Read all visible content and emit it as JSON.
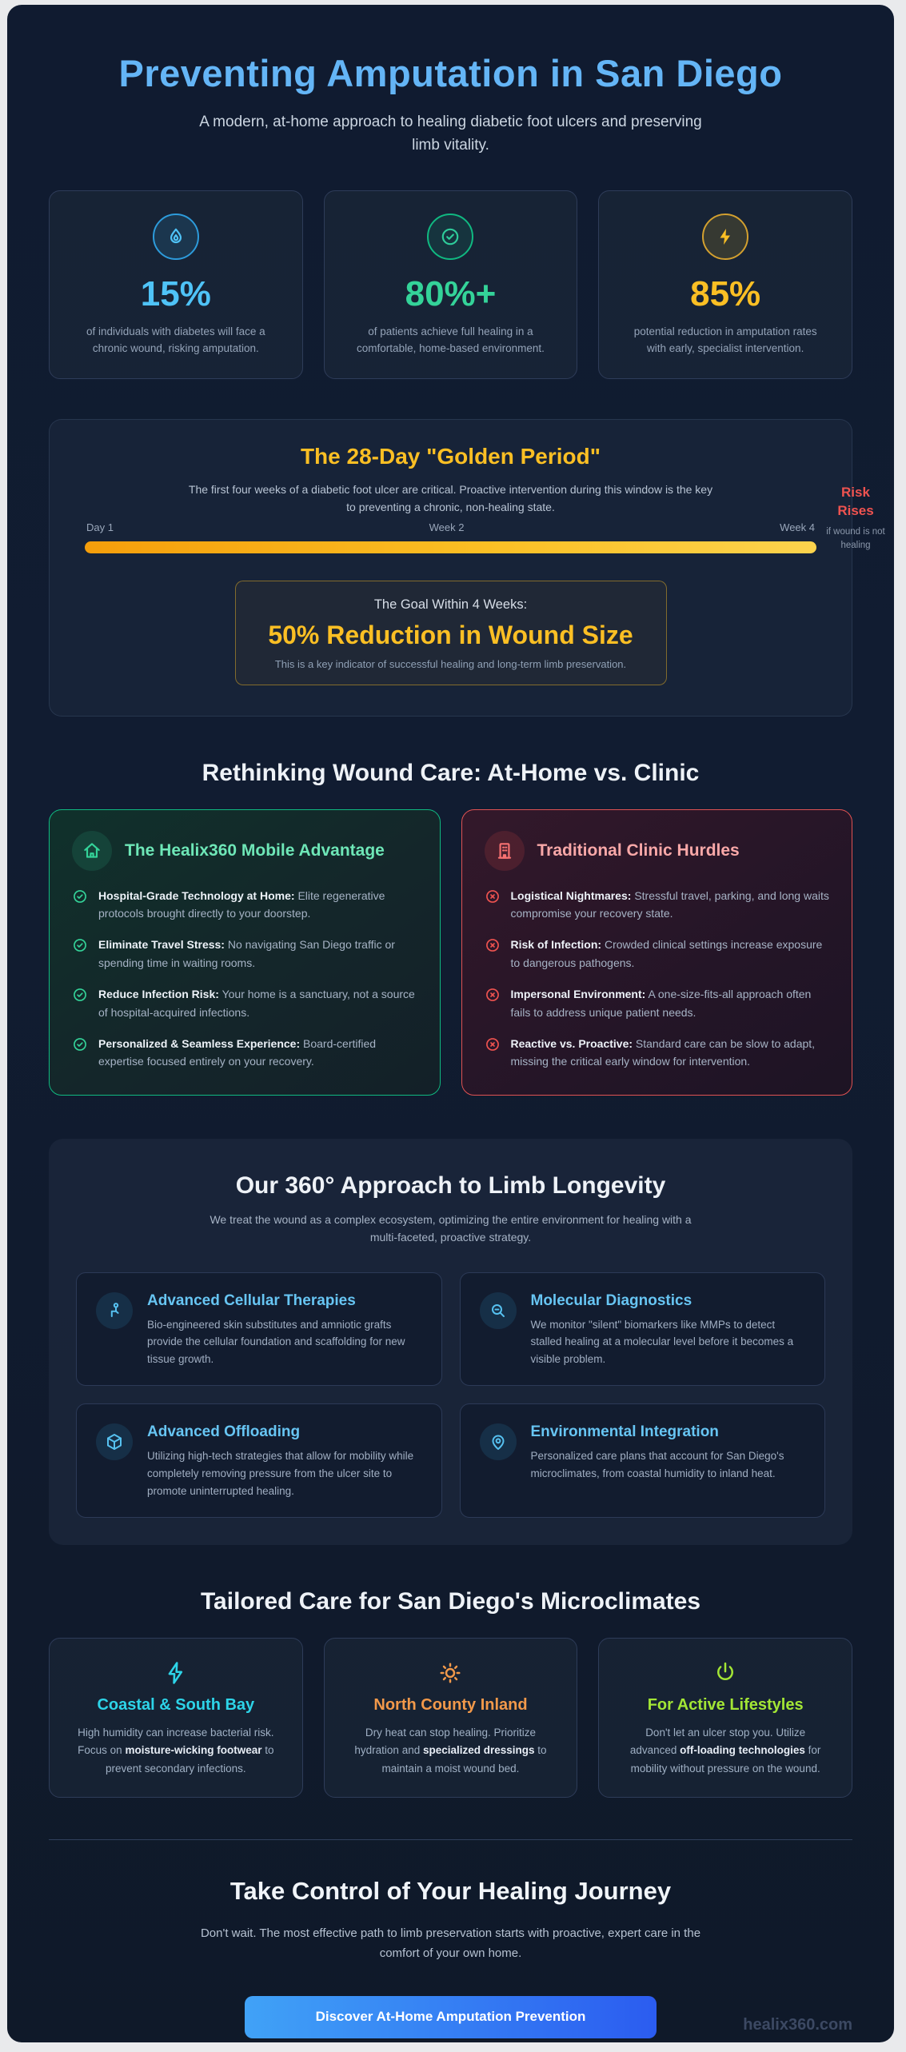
{
  "page": {
    "title": "Preventing Amputation in San Diego",
    "subtitle": "A modern, at-home approach to healing diabetic foot ulcers and preserving limb vitality.",
    "domain": "healix360.com"
  },
  "colors": {
    "title_blue": "#64b5f6",
    "stat_blue": "#4fc3f7",
    "stat_green": "#34d399",
    "stat_amber": "#fbbf24",
    "risk_red": "#ef5350",
    "advantage_green": "#10b981",
    "hurdle_red": "#e05252",
    "feature_blue": "#67c5f3",
    "coastal_cyan": "#2dd4e8",
    "inland_orange": "#f2994a",
    "active_lime": "#a3e635",
    "cta_gradient_start": "#40a2f7",
    "cta_gradient_end": "#2b5cf0"
  },
  "stats": {
    "cards": [
      {
        "icon": "droplet-flame-icon",
        "value": "15%",
        "caption": "of individuals with diabetes will face a chronic wound, risking amputation."
      },
      {
        "icon": "check-circle-icon",
        "value": "80%+",
        "caption": "of patients achieve full healing in a comfortable, home-based environment."
      },
      {
        "icon": "lightning-icon",
        "value": "85%",
        "caption": "potential reduction in amputation rates with early, specialist intervention."
      }
    ]
  },
  "golden_period": {
    "title": "The 28-Day \"Golden Period\"",
    "description": "The first four weeks of a diabetic foot ulcer are critical. Proactive intervention during this window is the key to preventing a chronic, non-healing state.",
    "timeline": {
      "start": "Day 1",
      "middle": "Week 2",
      "end": "Week 4"
    },
    "risk_label": "Risk Rises",
    "risk_note": "if wound is not healing",
    "goal": {
      "intro": "The Goal Within 4 Weeks:",
      "headline": "50% Reduction in Wound Size",
      "note": "This is a key indicator of successful healing and long-term limb preservation."
    }
  },
  "comparison": {
    "heading": "Rethinking Wound Care: At-Home vs. Clinic",
    "advantage": {
      "title": "The Healix360 Mobile Advantage",
      "items": [
        {
          "title": "Hospital-Grade Technology at Home:",
          "text": "Elite regenerative protocols brought directly to your doorstep."
        },
        {
          "title": "Eliminate Travel Stress:",
          "text": "No navigating San Diego traffic or spending time in waiting rooms."
        },
        {
          "title": "Reduce Infection Risk:",
          "text": "Your home is a sanctuary, not a source of hospital-acquired infections."
        },
        {
          "title": "Personalized & Seamless Experience:",
          "text": "Board-certified expertise focused entirely on your recovery."
        }
      ]
    },
    "hurdles": {
      "title": "Traditional Clinic Hurdles",
      "items": [
        {
          "title": "Logistical Nightmares:",
          "text": "Stressful travel, parking, and long waits compromise your recovery state."
        },
        {
          "title": "Risk of Infection:",
          "text": "Crowded clinical settings increase exposure to dangerous pathogens."
        },
        {
          "title": "Impersonal Environment:",
          "text": "A one-size-fits-all approach often fails to address unique patient needs."
        },
        {
          "title": "Reactive vs. Proactive:",
          "text": "Standard care can be slow to adapt, missing the critical early window for intervention."
        }
      ]
    }
  },
  "approach": {
    "heading": "Our 360° Approach to Limb Longevity",
    "subtitle": "We treat the wound as a complex ecosystem, optimizing the entire environment for healing with a multi-faceted, proactive strategy.",
    "cards": [
      {
        "icon": "person-icon",
        "title": "Advanced Cellular Therapies",
        "text": "Bio-engineered skin substitutes and amniotic grafts provide the cellular foundation and scaffolding for new tissue growth."
      },
      {
        "icon": "magnifier-icon",
        "title": "Molecular Diagnostics",
        "text": "We monitor \"silent\" biomarkers like MMPs to detect stalled healing at a molecular level before it becomes a visible problem."
      },
      {
        "icon": "package-icon",
        "title": "Advanced Offloading",
        "text": "Utilizing high-tech strategies that allow for mobility while completely removing pressure from the ulcer site to promote uninterrupted healing."
      },
      {
        "icon": "map-pin-icon",
        "title": "Environmental Integration",
        "text": "Personalized care plans that account for San Diego's microclimates, from coastal humidity to inland heat."
      }
    ]
  },
  "microclimates": {
    "heading": "Tailored Care for San Diego's Microclimates",
    "cards": [
      {
        "icon": "lightning-outline-icon",
        "title": "Coastal & South Bay",
        "text_pre": "High humidity can increase bacterial risk. Focus on ",
        "text_bold": "moisture-wicking footwear",
        "text_post": " to prevent secondary infections."
      },
      {
        "icon": "sun-icon",
        "title": "North County Inland",
        "text_pre": "Dry heat can stop healing. Prioritize hydration and ",
        "text_bold": "specialized dressings",
        "text_post": " to maintain a moist wound bed."
      },
      {
        "icon": "power-icon",
        "title": "For Active Lifestyles",
        "text_pre": "Don't let an ulcer stop you. Utilize advanced ",
        "text_bold": "off-loading technologies",
        "text_post": " for mobility without pressure on the wound."
      }
    ]
  },
  "footer": {
    "heading": "Take Control of Your Healing Journey",
    "text": "Don't wait. The most effective path to limb preservation starts with proactive, expert care in the comfort of your own home.",
    "cta_label": "Discover At-Home Amputation Prevention"
  }
}
